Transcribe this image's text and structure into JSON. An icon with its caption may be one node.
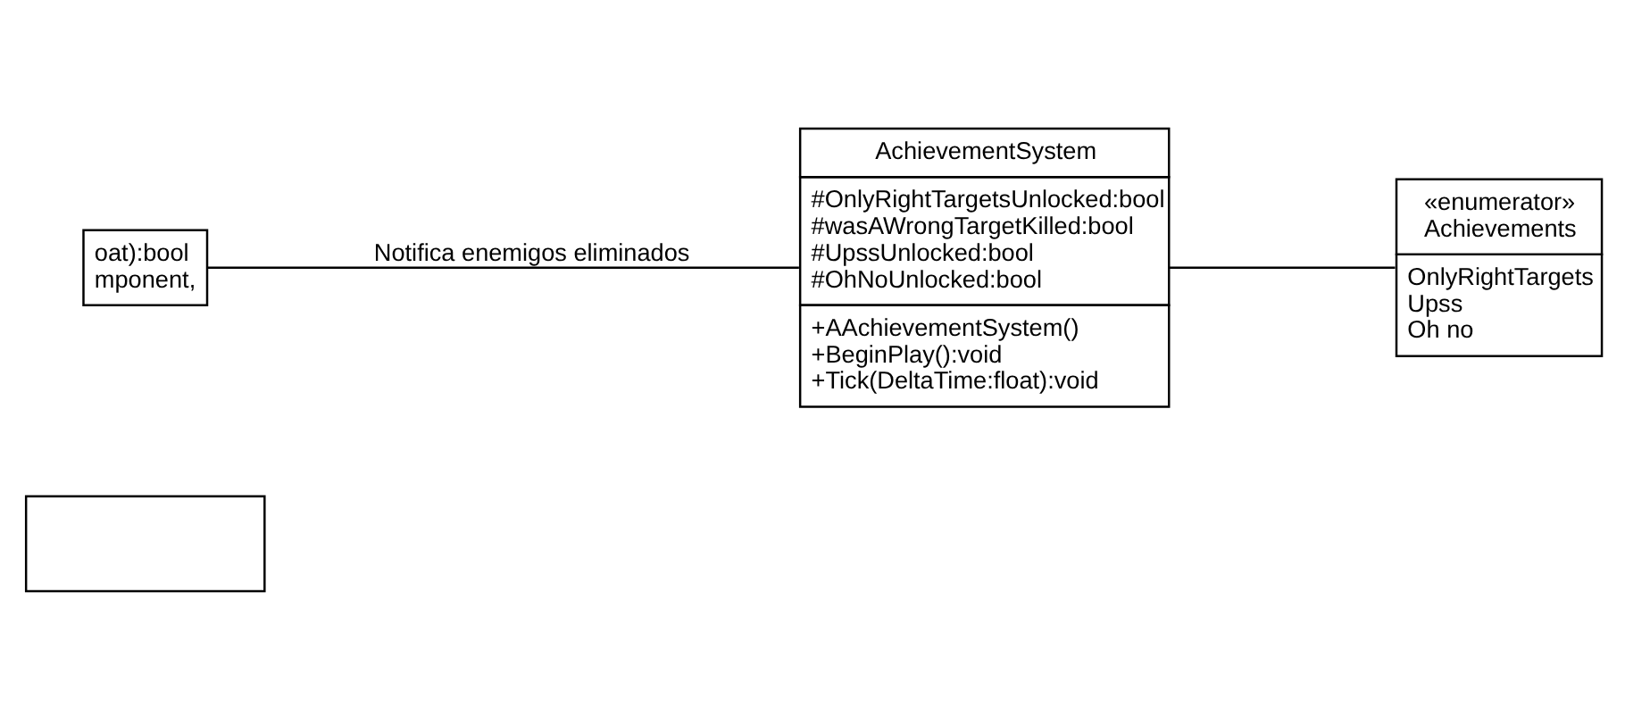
{
  "diagram": {
    "nodes": [
      {
        "text": [
          "oat):bool",
          "mponent,"
        ]
      },
      {
        "text": [
          "AchievementSystem",
          "#OnlyRightTargetsUnlocked:bool",
          "#wasAWrongTargetKilled:bool",
          "#UpssUnlocked:bool",
          "#OhNoUnlocked:bool",
          "+AAchievementSystem()",
          "+BeginPlay():void",
          "+Tick(DeltaTime:float):void"
        ]
      },
      {
        "text": [
          "«enumerator»",
          "Achievements",
          "OnlyRightTargets",
          "Upss",
          "Oh no"
        ]
      },
      {
        "text": [],
        "shape": "box"
      }
    ],
    "edges": [
      {
        "from": 0,
        "to": 1,
        "label": "Notifica enemigos eliminados",
        "arrow": "none"
      },
      {
        "from": 1,
        "to": 2,
        "arrow": "none"
      }
    ]
  }
}
